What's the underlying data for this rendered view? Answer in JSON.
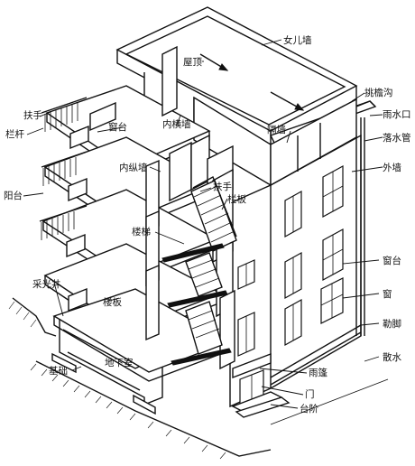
{
  "labels": {
    "parapet": "女儿墙",
    "roof": "屋顶",
    "eaves_gutter": "挑檐沟",
    "rain_outlet": "雨水口",
    "downpipe": "落水管",
    "exterior_wall": "外墙",
    "partition_wall": "隔墙",
    "inner_cross_wall": "内横墙",
    "inner_long_wall": "内纵墙",
    "window_sill": "窗台",
    "handrail_left": "扶手",
    "railing_left": "栏杆",
    "balcony": "阳台",
    "handrail_stair": "扶手",
    "railing_stair": "栏板",
    "stairs": "楼梯",
    "lightwell": "采光井",
    "floor_slab": "楼板",
    "basement": "地下室",
    "foundation": "基础",
    "window_sill_right": "窗台",
    "window": "窗",
    "plinth": "勒脚",
    "apron": "散水",
    "canopy": "雨篷",
    "door": "门",
    "steps": "台阶"
  }
}
